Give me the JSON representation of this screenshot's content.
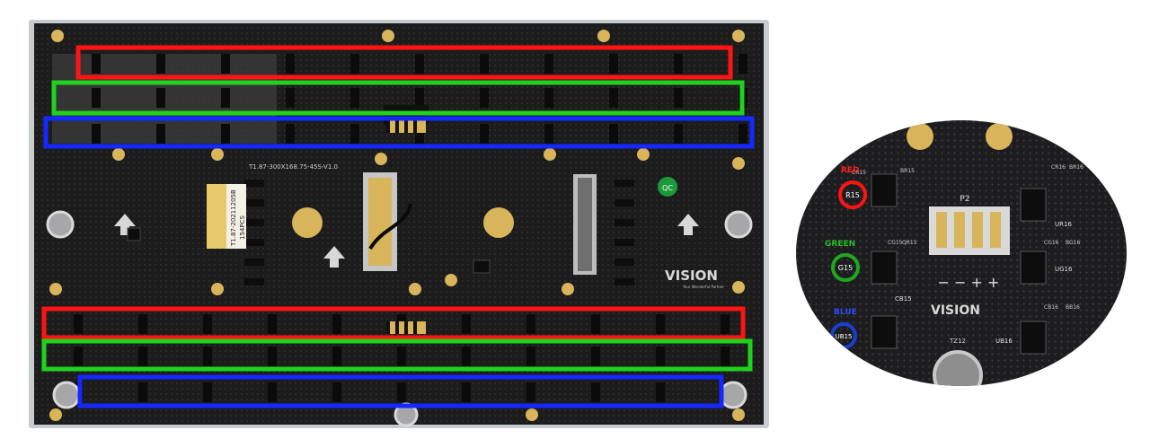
{
  "board": {
    "part_number": "T1.87-300X168.75-45S-V1.0",
    "brand": "VISION",
    "brand_tagline": "Your Wonderful Partner",
    "sticker_line1": "T1.87-20211205B",
    "sticker_line2": "154PCS",
    "frame_color": "#cfd2d4",
    "pcb_color": "#1c1c1d",
    "pad_color": "#d8b45a",
    "ic_color": "#0d0d0e",
    "qc_badge": "QC"
  },
  "highlights": {
    "top": [
      "red",
      "green",
      "blue"
    ],
    "bottom": [
      "red",
      "green",
      "blue"
    ],
    "colors": {
      "red": "#ff1414",
      "green": "#1ed21e",
      "blue": "#1428ff"
    }
  },
  "zoom": {
    "labels": {
      "red": "RED",
      "green": "GREEN",
      "blue": "BLUE"
    },
    "circled_parts": {
      "red": "R15",
      "green": "G15",
      "blue": "UB15"
    },
    "connector": "P2",
    "polarity": "− − + +",
    "brand": "VISION",
    "tz": "TZ12",
    "silk": [
      "CR15",
      "BR15",
      "CB15",
      "QR15",
      "CG15",
      "CR16",
      "BR16",
      "UR16",
      "CG16",
      "BG16",
      "UG16",
      "CB16",
      "BB16",
      "UB16"
    ]
  }
}
